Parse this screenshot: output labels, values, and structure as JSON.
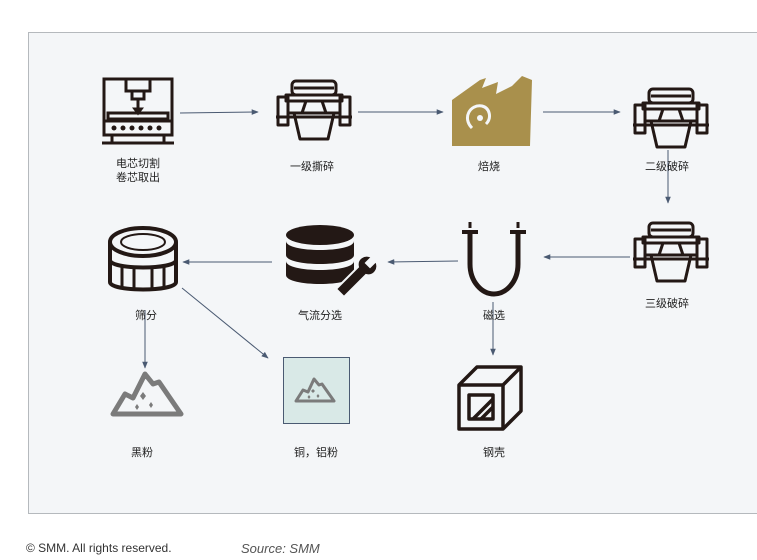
{
  "nodes": {
    "cell_cutting": {
      "label_line1": "电芯切割",
      "label_line2": "卷芯取出"
    },
    "primary_crush": {
      "label": "一级撕碎"
    },
    "roasting": {
      "label": "焙烧"
    },
    "secondary_crush": {
      "label": "二级破碎"
    },
    "tertiary_crush": {
      "label": "三级破碎"
    },
    "magnetic_sep": {
      "label": "磁选"
    },
    "air_sep": {
      "label": "气流分选"
    },
    "screening": {
      "label": "筛分"
    },
    "black_powder": {
      "label": "黑粉"
    },
    "cu_al_powder": {
      "label": "铜，铝粉"
    },
    "steel_shell": {
      "label": "钢壳"
    }
  },
  "footer": {
    "copyright": "© SMM. All rights reserved.",
    "source": "Source: SMM"
  },
  "colors": {
    "panel_bg": "#f4f6f8",
    "icon_dark": "#231815",
    "roast_gold": "#a9904c",
    "arrow": "#4a5a72",
    "powder_gray": "#7b7b7b",
    "highlight_bg": "#d9e9e7"
  }
}
